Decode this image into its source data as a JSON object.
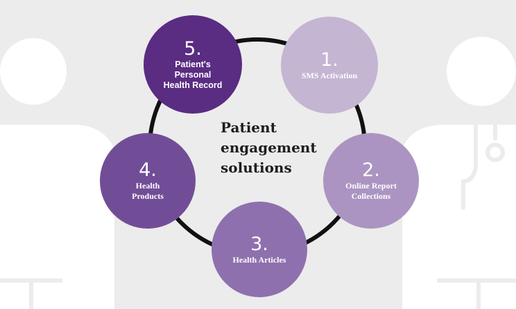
{
  "center_title": "Patient engagement solutions",
  "nodes": [
    {
      "number": "1.",
      "label": "SMS Activation",
      "color": "#c4b5d3"
    },
    {
      "number": "2.",
      "label": "Online Report\nCollections",
      "color": "#ab94c2"
    },
    {
      "number": "3.",
      "label": "Health Articles",
      "color": "#8f70ae"
    },
    {
      "number": "4.",
      "label": "Health\nProducts",
      "color": "#724d97"
    },
    {
      "number": "5.",
      "label": "Patient's\nPersonal\nHealth Record",
      "color": "#5a2c82"
    }
  ],
  "colors": {
    "background": "#ececec",
    "silhouette": "#ffffff",
    "ring": "#111111"
  }
}
